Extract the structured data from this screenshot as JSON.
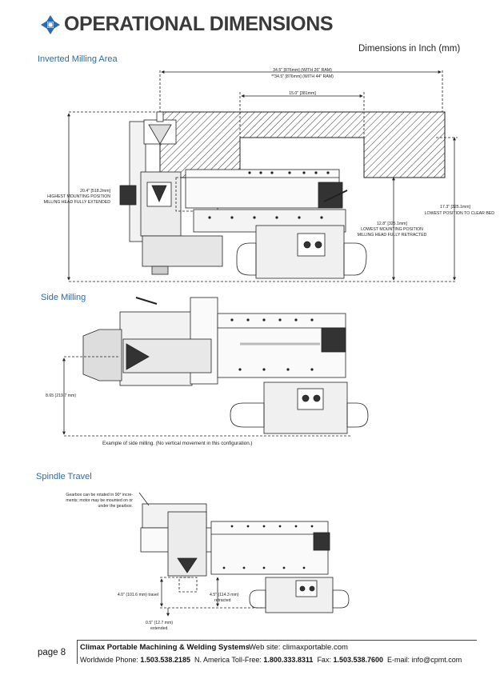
{
  "header": {
    "title": "OPERATIONAL DIMENSIONS",
    "units_note": "Dimensions in Inch (mm)",
    "logo_icon": "climax-logo-icon"
  },
  "sections": {
    "inverted": {
      "title": "Inverted Milling Area",
      "dim_width_1": "34.5\" [876mm] (WITH 26\" RAM)",
      "dim_width_2": "**34.5\" [876mm] (WITH 44\" RAM)",
      "dim_15": "15.0\" [381mm]",
      "dim_left_1": "20.4\" [518.2mm]",
      "dim_left_2": "HIGHEST MOUNTING POSITION",
      "dim_left_3": "MILLING HEAD FULLY EXTENDED",
      "dim_right_1": "17.3\" [325.1mm]",
      "dim_right_2": "LOWEST POSITION TO CLEAR BED",
      "dim_mid_1": "12.8\" [325.1mm]",
      "dim_mid_2": "LOWEST MOUNTING POSITION",
      "dim_mid_3": "MILLING HEAD FULLY RETRACTED"
    },
    "side": {
      "title": "Side Milling",
      "dim": "8.65 (219.7 mm)",
      "caption": "Example of side milling. (No vertical movement in this configuration.)"
    },
    "spindle": {
      "title": "Spindle Travel",
      "note_1": "Gearbox can be rotated in 90° incre-",
      "note_2": "ments; motor may be mounted on or",
      "note_3": "under the gearbox.",
      "travel": "4.0\" (101.6 mm) travel",
      "retracted_1": "4.5\" (114.3 mm)",
      "retracted_2": "retracted",
      "extended_1": "0.5\" (12.7 mm)",
      "extended_2": "extended"
    }
  },
  "footer": {
    "page": "page 8",
    "company": "Climax Portable Machining & Welding Systems",
    "web": "Web site: climaxportable.com",
    "worldwide_label": "Worldwide Phone:",
    "worldwide": "1.503.538.2185",
    "na_label": "N. America Toll-Free:",
    "na": "1.800.333.8311",
    "fax_label": "Fax:",
    "fax": "1.503.538.7600",
    "email_label": "E-mail:",
    "email": "info@cpmt.com"
  }
}
